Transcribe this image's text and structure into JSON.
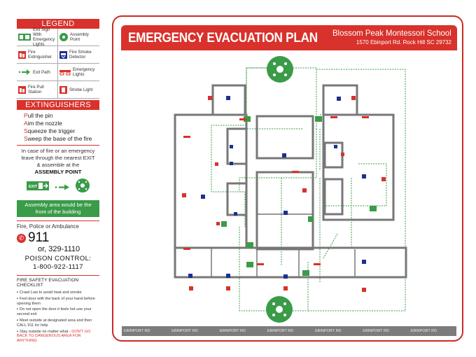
{
  "legend": {
    "title": "LEGEND",
    "items": [
      {
        "icon": "exit-sign-icon",
        "label": "Exit Sign With Emergency Lights"
      },
      {
        "icon": "assembly-point-icon",
        "label": "Assembly Point"
      },
      {
        "icon": "fire-extinguisher-icon",
        "label": "Fire Extinguisher"
      },
      {
        "icon": "smoke-detector-icon",
        "label": "Fire Smoke Detector"
      },
      {
        "icon": "exit-path-icon",
        "label": "Exit Path"
      },
      {
        "icon": "emergency-lights-icon",
        "label": "Emergency Lights"
      },
      {
        "icon": "fire-pull-station-icon",
        "label": "Fire Pull Station"
      },
      {
        "icon": "strobe-light-icon",
        "label": "Strobe Light"
      }
    ]
  },
  "extinguishers": {
    "title": "EXTINGUISHERS",
    "steps": [
      {
        "initial": "P",
        "rest": "ull the pin"
      },
      {
        "initial": "A",
        "rest": "im the nozzle"
      },
      {
        "initial": "S",
        "rest": "queeze the trigger"
      },
      {
        "initial": "S",
        "rest": "weep the base of the fire"
      }
    ]
  },
  "instructions": {
    "line1": "In case of fire or an emergency",
    "line2": "leave through the nearest EXIT",
    "line3": "& assemble at the",
    "line4": "ASSEMBLY POINT",
    "exit_sign_text": "EXIT",
    "assembly_note": "Assembly area would be the front of the building"
  },
  "emergency": {
    "label": "Fire, Police or Ambulance",
    "number": "911",
    "alt_number": "or, 329-1110",
    "poison_label": "POISON CONTROL:",
    "poison_number": "1-800-922-1117"
  },
  "checklist": {
    "title": "FIRE SAFETY EVACUATION CHECKLIST",
    "items": [
      {
        "text": "Crawl Low to avoid heat and smoke",
        "warning": ""
      },
      {
        "text": "Feel door with the back of your hand before opening them",
        "warning": ""
      },
      {
        "text": "Do not open the door it feels hot use your second exit",
        "warning": ""
      },
      {
        "text": "Meet outside at designated area and then CALL 911 for help",
        "warning": ""
      },
      {
        "text": "Stay outside no matter what - ",
        "warning": "DON'T GO BACK TO DANGEROUS AREA FOR ANYTHING"
      }
    ]
  },
  "plan": {
    "title": "EMERGENCY EVACUATION PLAN",
    "school": "Blossom Peak Montessori School",
    "address": "1570 Ebinport Rd. Rock Hill SC 29732",
    "road_label": "EBINPORT RD",
    "road_repeats": 7
  },
  "colors": {
    "red": "#d9312b",
    "green": "#3a9b48",
    "blue": "#1f2f8f",
    "road": "#7c7c7c"
  }
}
